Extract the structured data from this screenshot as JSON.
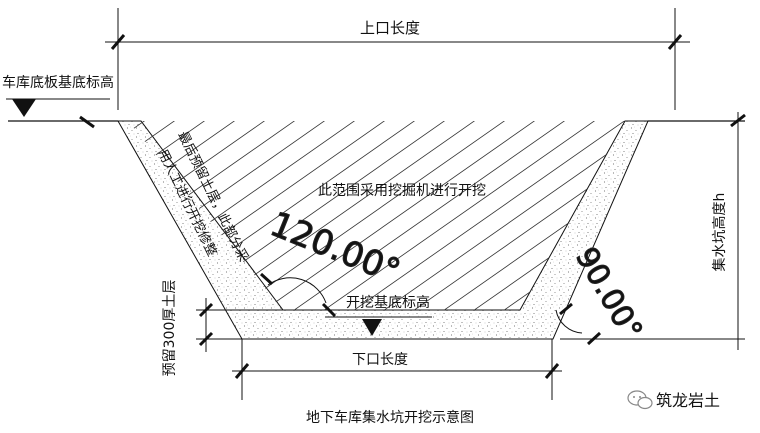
{
  "drawing": {
    "top_opening_length": "上口长度",
    "garage_slab_base_elevation": "车库底板基底标高",
    "excavator_zone_note": "此范围采用挖掘机进行开挖",
    "manual_layer_note_line1": "最后预留土层，此部分采",
    "manual_layer_note_line2": "用人工进行开挖修整",
    "angle_left": "120.00°",
    "angle_right": "90.00°",
    "pit_depth": "集水坑高度h",
    "excavation_base_elevation": "开挖基底标高",
    "reserved_soil_layer": "预留300厚土层",
    "bottom_opening_length": "下口长度",
    "title": "地下车库集水坑开挖示意图"
  },
  "watermark": {
    "text": "筑龙岩土"
  }
}
